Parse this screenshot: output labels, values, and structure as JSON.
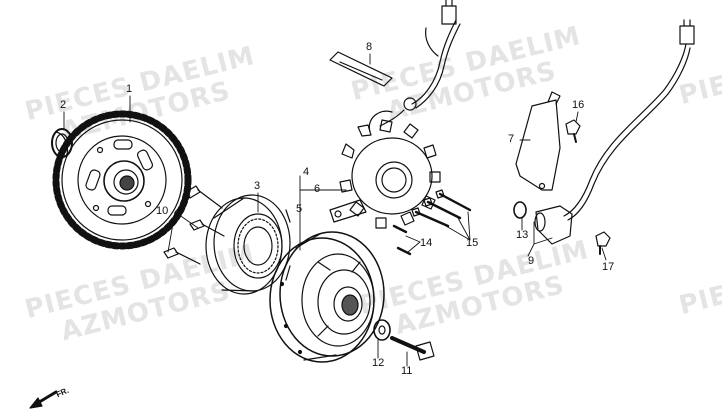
{
  "diagram": {
    "watermark_lines": [
      "PIECES DAELIM",
      "AZMOTORS"
    ],
    "direction_label": "FR.",
    "callouts": [
      "1",
      "2",
      "3",
      "4",
      "5",
      "6",
      "7",
      "8",
      "9",
      "10",
      "11",
      "12",
      "13",
      "14",
      "15",
      "16",
      "17"
    ],
    "line_color": "#111111",
    "watermark_color": "#e4e4e4"
  }
}
